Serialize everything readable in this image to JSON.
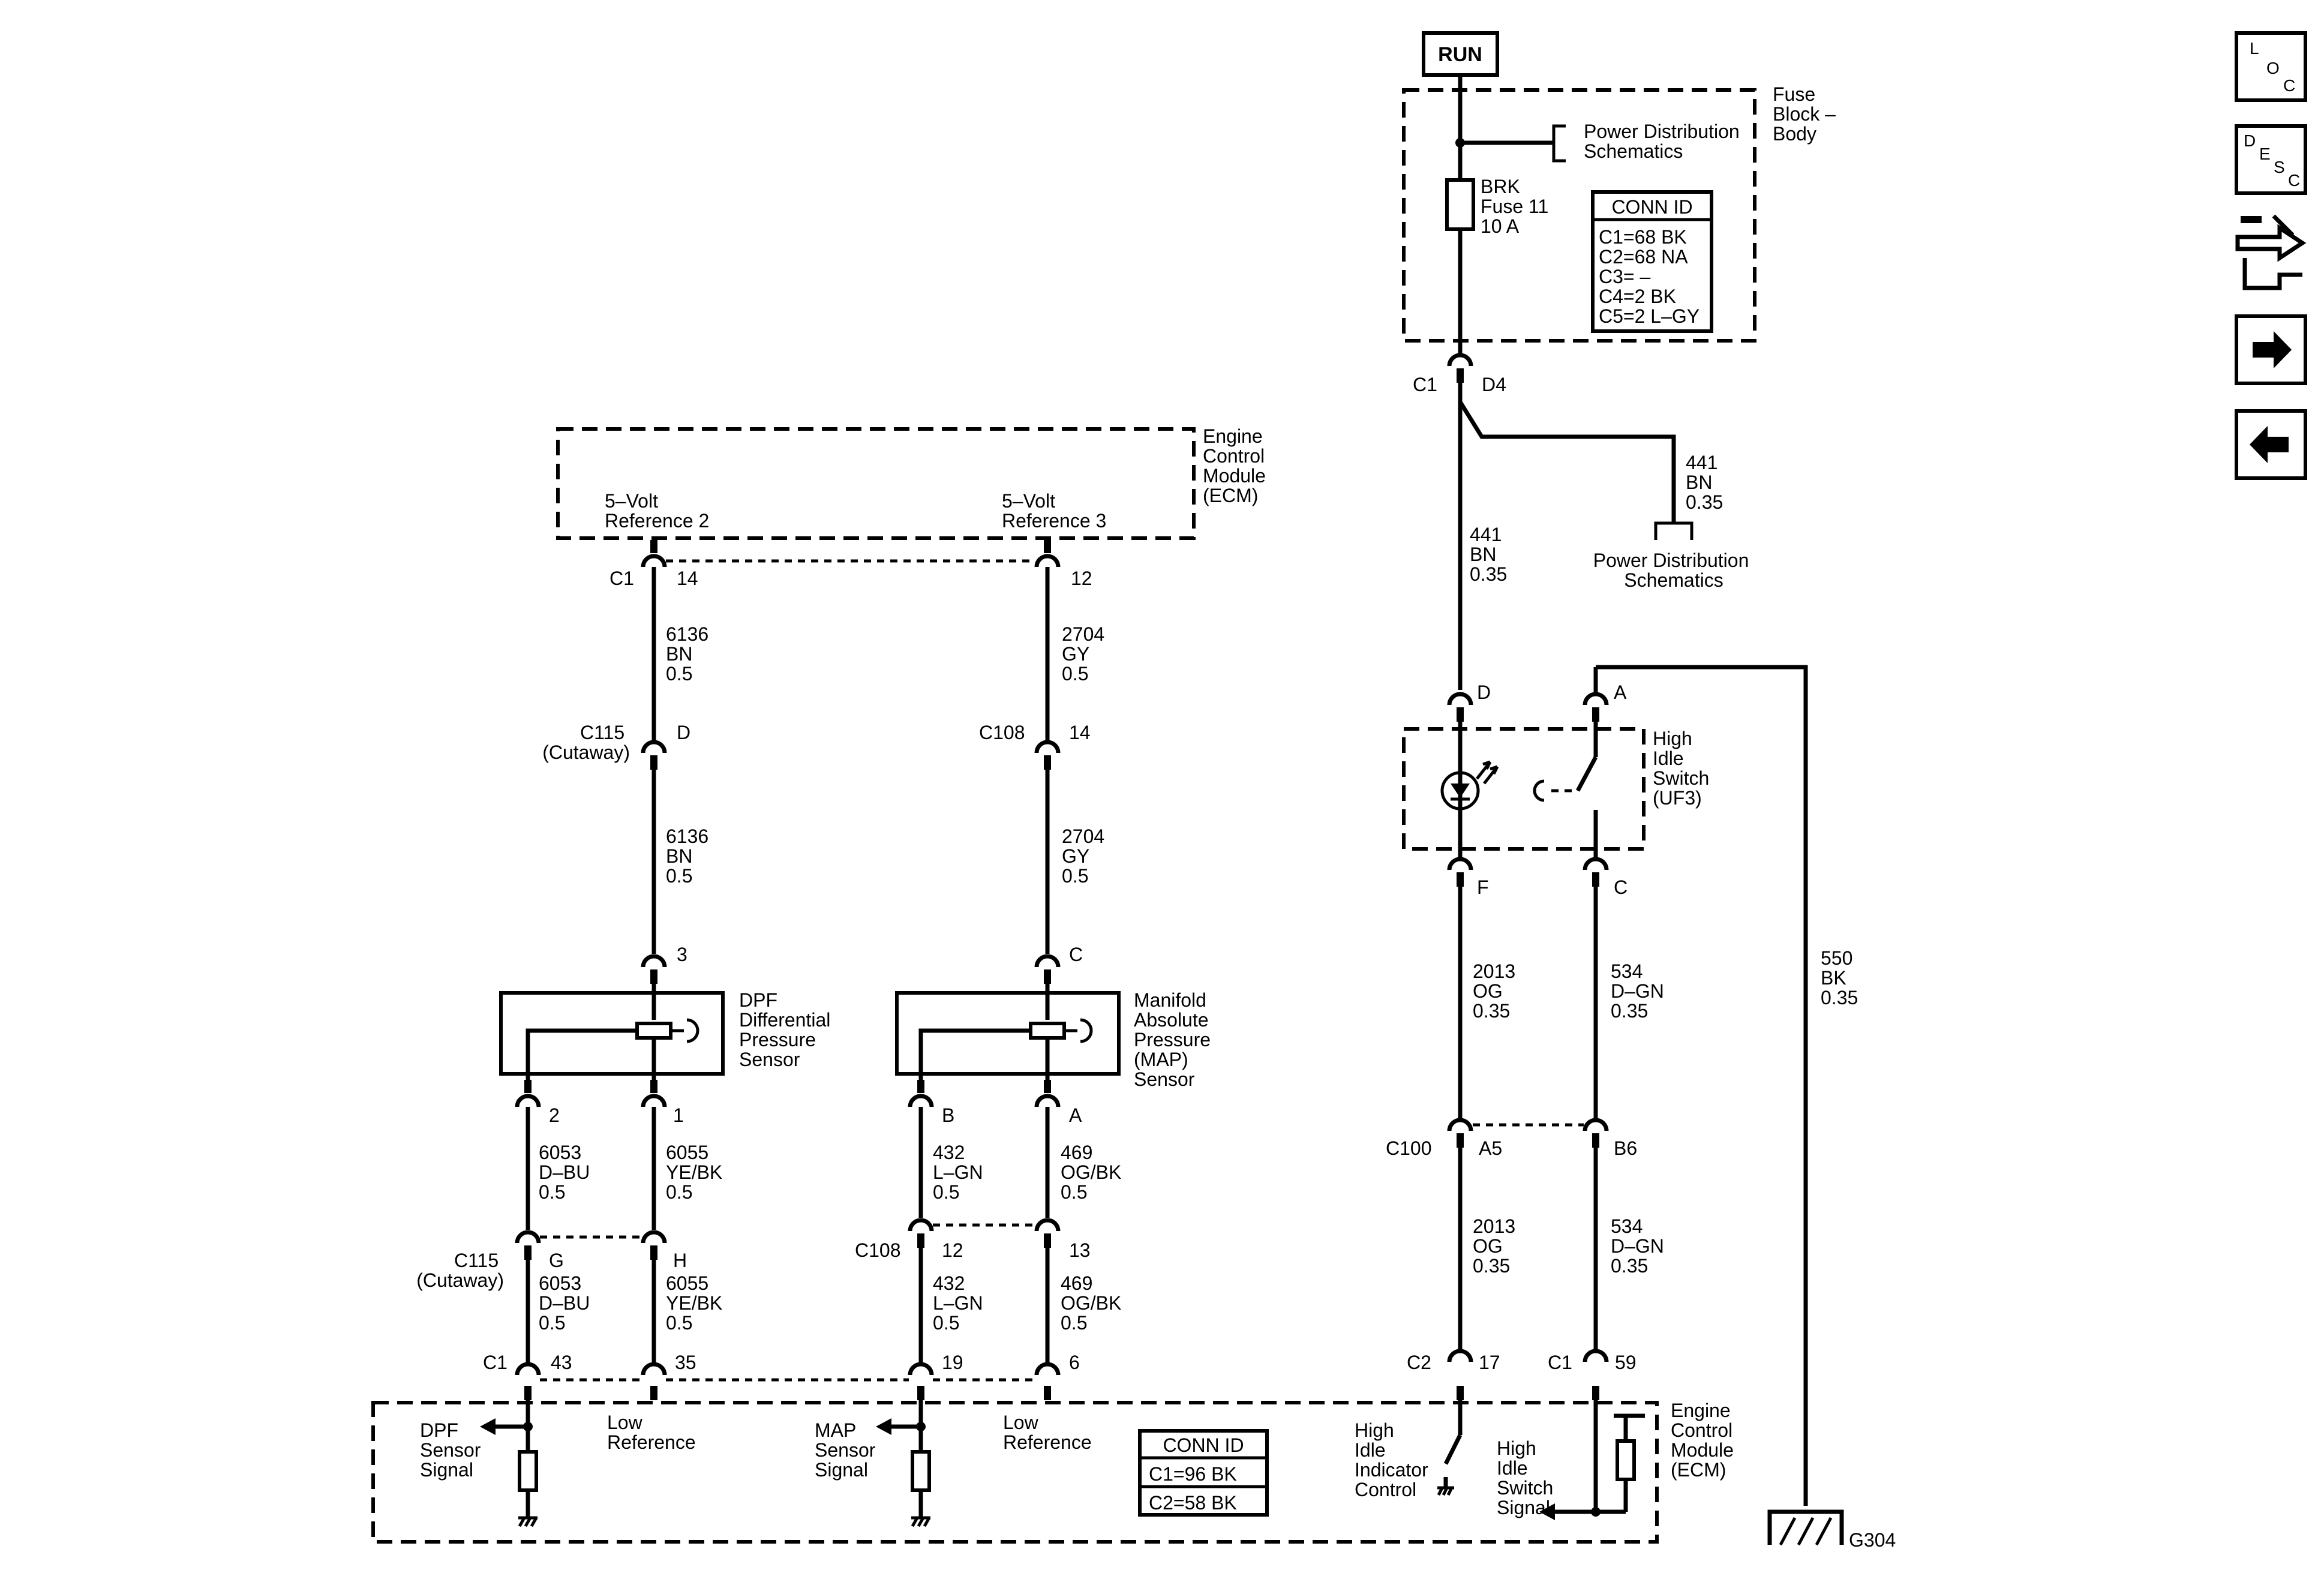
{
  "power": {
    "run_label": "RUN"
  },
  "fuse_block": {
    "name_lines": [
      "Fuse",
      "Block –",
      "Body"
    ],
    "power_dist_lines": [
      "Power Distribution",
      "Schematics"
    ],
    "fuse_lines": [
      "BRK",
      "Fuse 11",
      "10 A"
    ],
    "conn_id_title": "CONN ID",
    "conn_id_lines": [
      "C1=68 BK",
      "C2=68 NA",
      "C3= –",
      "C4=2 BK",
      "C5=2 L–GY"
    ]
  },
  "fuse_connector": {
    "conn": "C1",
    "pin": "D4"
  },
  "branch_441": {
    "wire_lines": [
      "441",
      "BN",
      "0.35"
    ],
    "dest_lines": [
      "Power Distribution",
      "Schematics"
    ]
  },
  "main_441": {
    "wire_lines": [
      "441",
      "BN",
      "0.35"
    ]
  },
  "ecm_top": {
    "name_lines": [
      "Engine",
      "Control",
      "Module",
      "(ECM)"
    ],
    "ref2_lines": [
      "5–Volt",
      "Reference 2"
    ],
    "ref3_lines": [
      "5–Volt",
      "Reference 3"
    ],
    "conn": "C1",
    "pin_ref2": "14",
    "pin_ref3": "12"
  },
  "dpf_circuit": {
    "wire1_lines": [
      "6136",
      "BN",
      "0.5"
    ],
    "c115_lines": [
      "C115",
      "(Cutaway)"
    ],
    "c115_pin": "D",
    "wire2_lines": [
      "6136",
      "BN",
      "0.5"
    ],
    "sensor_pin_top": "3",
    "sensor_lines": [
      "DPF",
      "Differential",
      "Pressure",
      "Sensor"
    ],
    "pin2": "2",
    "pin1": "1",
    "wire_2_lines": [
      "6053",
      "D–BU",
      "0.5"
    ],
    "wire_1_lines": [
      "6055",
      "YE/BK",
      "0.5"
    ],
    "c115b_lines": [
      "C115",
      "(Cutaway)"
    ],
    "c115b_pin_g": "G",
    "c115b_pin_h": "H",
    "wire_g_lines": [
      "6053",
      "D–BU",
      "0.5"
    ],
    "wire_h_lines": [
      "6055",
      "YE/BK",
      "0.5"
    ],
    "ecm_conn": "C1",
    "ecm_pin_43": "43",
    "ecm_pin_35": "35"
  },
  "map_circuit": {
    "wire1_lines": [
      "2704",
      "GY",
      "0.5"
    ],
    "c108_label": "C108",
    "c108_pin": "14",
    "wire2_lines": [
      "2704",
      "GY",
      "0.5"
    ],
    "sensor_pin_top": "C",
    "sensor_lines": [
      "Manifold",
      "Absolute",
      "Pressure",
      "(MAP)",
      "Sensor"
    ],
    "pin_b": "B",
    "pin_a": "A",
    "wire_b_lines": [
      "432",
      "L–GN",
      "0.5"
    ],
    "wire_a_lines": [
      "469",
      "OG/BK",
      "0.5"
    ],
    "c108b_label": "C108",
    "c108b_pin_12": "12",
    "c108b_pin_13": "13",
    "wire_12_lines": [
      "432",
      "L–GN",
      "0.5"
    ],
    "wire_13_lines": [
      "469",
      "OG/BK",
      "0.5"
    ],
    "ecm_pin_19": "19",
    "ecm_pin_6": "6"
  },
  "ecm_bottom": {
    "dpf_signal_lines": [
      "DPF",
      "Sensor",
      "Signal"
    ],
    "low_ref1_lines": [
      "Low",
      "Reference"
    ],
    "map_signal_lines": [
      "MAP",
      "Sensor",
      "Signal"
    ],
    "low_ref2_lines": [
      "Low",
      "Reference"
    ],
    "conn_id_title": "CONN ID",
    "conn_id_lines": [
      "C1=96 BK",
      "C2=58 BK"
    ],
    "high_idle_ind_lines": [
      "High",
      "Idle",
      "Indicator",
      "Control"
    ],
    "high_idle_sw_lines": [
      "High",
      "Idle",
      "Switch",
      "Signal"
    ],
    "name_lines": [
      "Engine",
      "Control",
      "Module",
      "(ECM)"
    ],
    "c2_conn": "C2",
    "c2_pin": "17",
    "c1_conn": "C1",
    "c1_pin": "59"
  },
  "switch": {
    "pin_d": "D",
    "pin_a": "A",
    "pin_f": "F",
    "pin_c": "C",
    "name_lines": [
      "High",
      "Idle",
      "Switch",
      "(UF3)"
    ]
  },
  "wires_right": {
    "w2013_lines": [
      "2013",
      "OG",
      "0.35"
    ],
    "w534_lines": [
      "534",
      "D–GN",
      "0.35"
    ],
    "w550_lines": [
      "550",
      "BK",
      "0.35"
    ],
    "c100_label": "C100",
    "c100_pin_a5": "A5",
    "c100_pin_b6": "B6",
    "w2013b_lines": [
      "2013",
      "OG",
      "0.35"
    ],
    "w534b_lines": [
      "534",
      "D–GN",
      "0.35"
    ]
  },
  "ground": {
    "label": "G304"
  },
  "nav": {
    "loc_letters": [
      "L",
      "O",
      "C"
    ],
    "desc_letters": [
      "D",
      "E",
      "S",
      "C"
    ],
    "icons": [
      "location-icon",
      "description-icon",
      "connector-icon",
      "next-arrow-icon",
      "previous-arrow-icon"
    ]
  }
}
